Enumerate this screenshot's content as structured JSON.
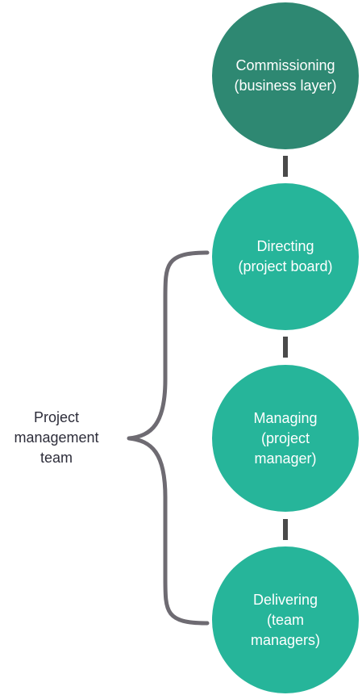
{
  "colors": {
    "commissioning_fill": "#2e8872",
    "level_fill": "#26b59a",
    "connector": "#4a4a4a",
    "brace": "#6e6b72",
    "label_text": "#2d2d3a"
  },
  "levels": [
    {
      "line1": "Commissioning",
      "line2": "(business layer)",
      "line3": ""
    },
    {
      "line1": "Directing",
      "line2": "(project board)",
      "line3": ""
    },
    {
      "line1": "Managing",
      "line2": "(project",
      "line3": "manager)"
    },
    {
      "line1": "Delivering",
      "line2": "(team",
      "line3": "managers)"
    }
  ],
  "team_label": {
    "line1": "Project",
    "line2": "management",
    "line3": "team"
  }
}
